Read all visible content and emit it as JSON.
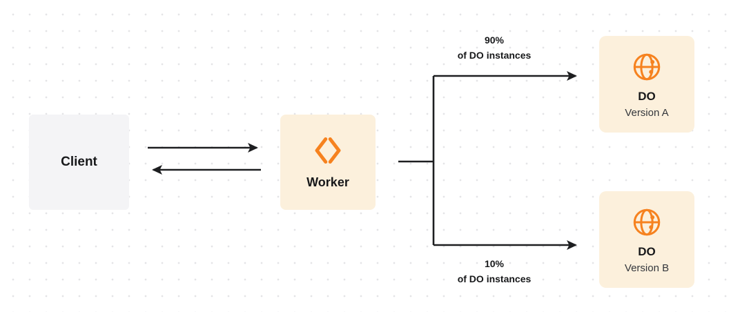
{
  "nodes": {
    "client": {
      "label": "Client"
    },
    "worker": {
      "label": "Worker",
      "icon": "workers-brackets-icon"
    },
    "do_a": {
      "title": "DO",
      "subtitle": "Version A",
      "icon": "globe-icon"
    },
    "do_b": {
      "title": "DO",
      "subtitle": "Version B",
      "icon": "globe-icon"
    }
  },
  "edges": {
    "top": {
      "percent": "90%",
      "caption": "of DO instances"
    },
    "bottom": {
      "percent": "10%",
      "caption": "of DO instances"
    }
  },
  "colors": {
    "accent_orange": "#f6821f",
    "cream": "#fcf0dc",
    "client_gray": "#f4f4f6",
    "line_dark": "#1d1e20",
    "dot": "#e4e4e6",
    "text_primary": "#17181a",
    "text_secondary": "#33363b"
  }
}
